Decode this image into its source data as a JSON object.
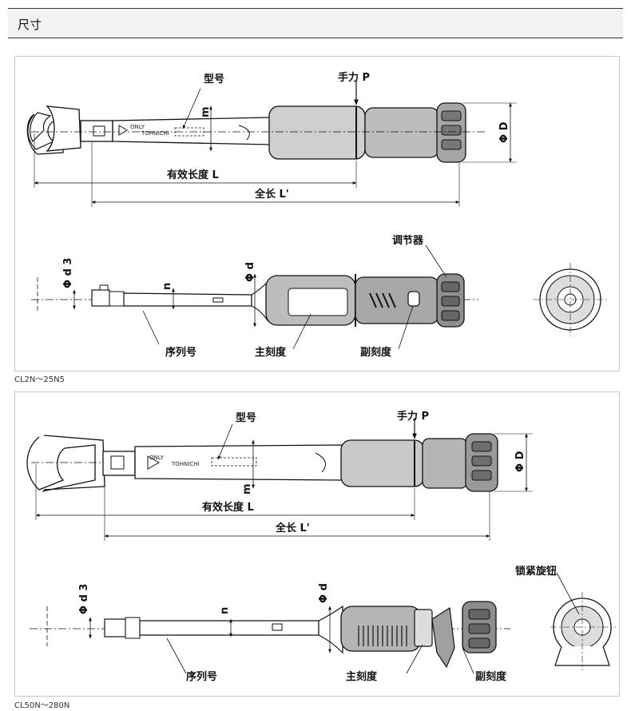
{
  "section": {
    "title": "尺寸"
  },
  "diagram1": {
    "caption": "CL2N～25N5",
    "labels": {
      "model": "型号",
      "hand_force": "手力 P",
      "effective_length": "有效长度 L",
      "total_length": "全长 L'",
      "phi_D": "Φ D",
      "m": "m",
      "adjuster": "调节器",
      "phi_d3": "Φ d 3",
      "n": "n",
      "phi_d": "Φ d",
      "serial": "序列号",
      "main_scale": "主刻度",
      "sub_scale": "副刻度",
      "brand_only": "ONLY",
      "brand": "TOHNICHI"
    }
  },
  "diagram2": {
    "caption": "CL50N～280N",
    "labels": {
      "model": "型号",
      "hand_force": "手力 P",
      "effective_length": "有效长度 L",
      "total_length": "全长 L'",
      "phi_D": "Φ D",
      "m": "m",
      "lock_knob": "锁紧旋钮",
      "phi_d3": "Φ d 3",
      "n": "n",
      "phi_d": "Φ d",
      "serial": "序列号",
      "main_scale": "主刻度",
      "sub_scale": "副刻度",
      "brand_only": "ONLY",
      "brand": "TOHNICHI"
    }
  }
}
